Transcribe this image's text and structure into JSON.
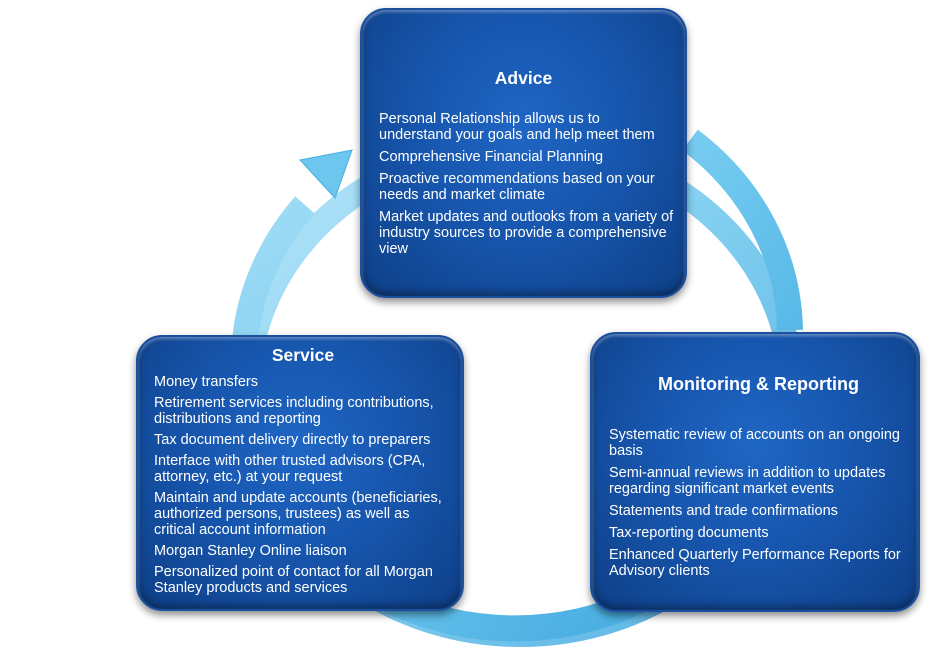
{
  "advice": {
    "title": "Advice",
    "items": [
      "Personal Relationship allows us to understand your goals and help meet them",
      "Comprehensive Financial Planning",
      "Proactive recommendations based on your needs and market climate",
      "Market updates and outlooks from a variety of industry sources to provide a comprehensive view"
    ]
  },
  "service": {
    "title": "Service",
    "items": [
      "Money transfers",
      "Retirement services including contributions, distributions and reporting",
      "Tax document delivery directly to preparers",
      "Interface with other trusted advisors (CPA, attorney, etc.) at your request",
      "Maintain and update accounts (beneficiaries, authorized persons, trustees) as well as critical account information",
      "Morgan Stanley Online liaison",
      "Personalized point of contact for all Morgan Stanley products and services"
    ]
  },
  "monitoring": {
    "title": "Monitoring & Reporting",
    "items": [
      "Systematic review of accounts on an ongoing basis",
      "Semi-annual reviews in addition to updates regarding significant market events",
      "Statements and trade confirmations",
      "Tax-reporting documents",
      "Enhanced Quarterly Performance Reports for Advisory clients"
    ]
  },
  "colors": {
    "box_fill": "#1756ae",
    "box_text": "#ffffff",
    "arrow": "#5bbde8"
  }
}
